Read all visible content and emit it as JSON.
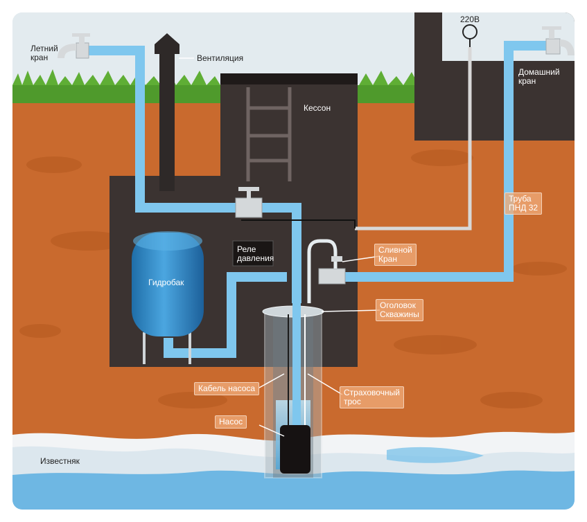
{
  "labels": {
    "summer_tap": "Летний\nкран",
    "ventilation": "Вентиляция",
    "voltage": "220В",
    "home_tap": "Домашний\nкран",
    "caisson": "Кессон",
    "pipe": "Труба\nПНД 32",
    "pressure_relay": "Реле\nдавления",
    "drain_valve": "Сливной\nКран",
    "hydro_tank": "Гидробак",
    "well_head": "Оголовок\nСкважины",
    "pump_cable": "Кабель насоса",
    "safety_rope": "Страховочный\nтрос",
    "pump": "Насос",
    "limestone": "Известняк"
  },
  "colors": {
    "sky": "#e3ebef",
    "soil": "#c96a2e",
    "grass": "#4f9a2c",
    "caisson": "#3b3331",
    "water_pipe": "#7fc7ee",
    "tank": "#2f86c6",
    "label_bg": "#efaa78"
  }
}
